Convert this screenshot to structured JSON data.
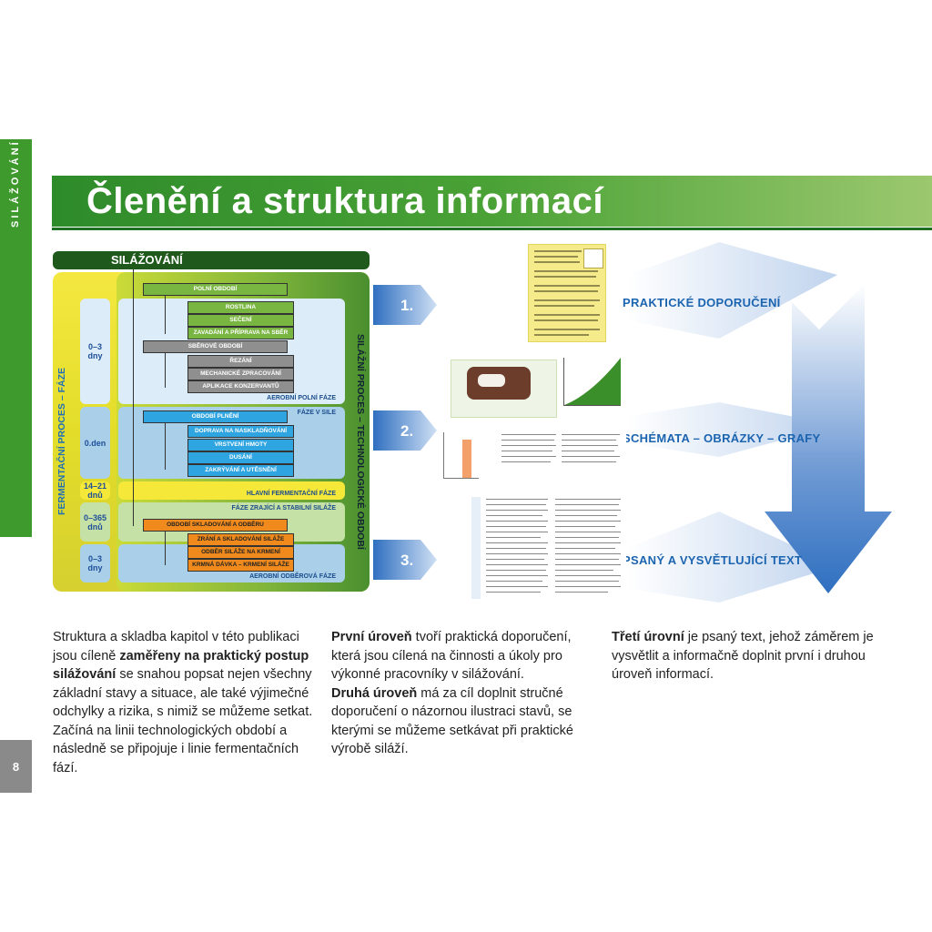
{
  "side_tab": "SILÁŽOVÁNÍ",
  "page_number": "8",
  "title": "Členění a struktura informací",
  "diagram": {
    "header": "SILÁŽOVÁNÍ",
    "left_vertical": "FERMENTAČNÍ PROCES – FÁZE",
    "right_vertical": "SILÁŽNÍ PROCES – TECHNOLOGICKÉ OBDOBÍ",
    "durations": [
      {
        "value": "0–3",
        "unit": "dny"
      },
      {
        "value": "0.den",
        "unit": ""
      },
      {
        "value": "14–21",
        "unit": "dnů"
      },
      {
        "value": "0–365",
        "unit": "dnů"
      },
      {
        "value": "0–3",
        "unit": "dny"
      }
    ],
    "zones": [
      "AEROBNÍ POLNÍ FÁZE",
      "FÁZE V SILE",
      "HLAVNÍ FERMENTAČNÍ FÁZE",
      "FÁZE ZRAJÍCÍ A STABILNÍ SILÁŽE",
      "AEROBNÍ ODBĚROVÁ FÁZE"
    ],
    "periods": {
      "field": {
        "title": "POLNÍ OBDOBÍ",
        "items": [
          "ROSTLINA",
          "SEČENÍ",
          "ZAVADÁNÍ A PŘÍPRAVA NA SBĚR"
        ]
      },
      "harvest": {
        "title": "SBĚROVÉ OBDOBÍ",
        "items": [
          "ŘEZÁNÍ",
          "MECHANICKÉ ZPRACOVÁNÍ",
          "APLIKACE KONZERVANTŮ"
        ]
      },
      "filling": {
        "title": "OBDOBÍ PLNĚNÍ",
        "items": [
          "DOPRAVA NA NASKLADŇOVÁNÍ",
          "VRSTVENÍ HMOTY",
          "DUSÁNÍ",
          "ZAKRÝVÁNÍ A UTĚSNĚNÍ"
        ]
      },
      "storage": {
        "title": "OBDOBÍ SKLADOVÁNÍ A ODBĚRU",
        "items": [
          "ZRÁNÍ A SKLADOVÁNÍ SILÁŽE",
          "ODBĚR SILÁŽE NA KRMENÍ",
          "KRMNÁ DÁVKA – KRMENÍ SILÁŽE"
        ]
      }
    }
  },
  "levels": [
    {
      "num": "1.",
      "label": "PRAKTICKÉ DOPORUČENÍ"
    },
    {
      "num": "2.",
      "label": "SCHÉMATA – OBRÁZKY – GRAFY"
    },
    {
      "num": "3.",
      "label": "PSANÝ A VYSVĚTLUJÍCÍ TEXT"
    }
  ],
  "text": {
    "col1": {
      "a": "Struktura a skladba kapitol v této publikaci jsou cíleně ",
      "b": "zaměřeny na praktický postup silážování",
      "c": " se snahou popsat nejen všechny základní stavy a situace, ale také výjimečné odchylky a rizika, s nimiž se můžeme setkat. Začíná na linii technologických období a následně se připojuje i linie fermentačních fází."
    },
    "col2": {
      "b1": "První úroveň",
      "t1": " tvoří praktická doporučení, která jsou cílená na činnosti a úkoly pro výkonné pracovníky v silážování.",
      "b2": "Druhá úroveň",
      "t2": " má za cíl doplnit stručné doporučení o názornou ilustraci stavů, se kterými se můžeme setkávat při praktické výrobě siláží."
    },
    "col3": {
      "b": "Třetí úrovní",
      "t": " je psaný text, jehož záměrem je vysvětlit a informačně doplnit první i druhou úroveň informací."
    }
  },
  "colors": {
    "green": "#3f9a2e",
    "dark_green": "#1f5a1c",
    "blue": "#1b64b0",
    "orange": "#f08a1c"
  }
}
